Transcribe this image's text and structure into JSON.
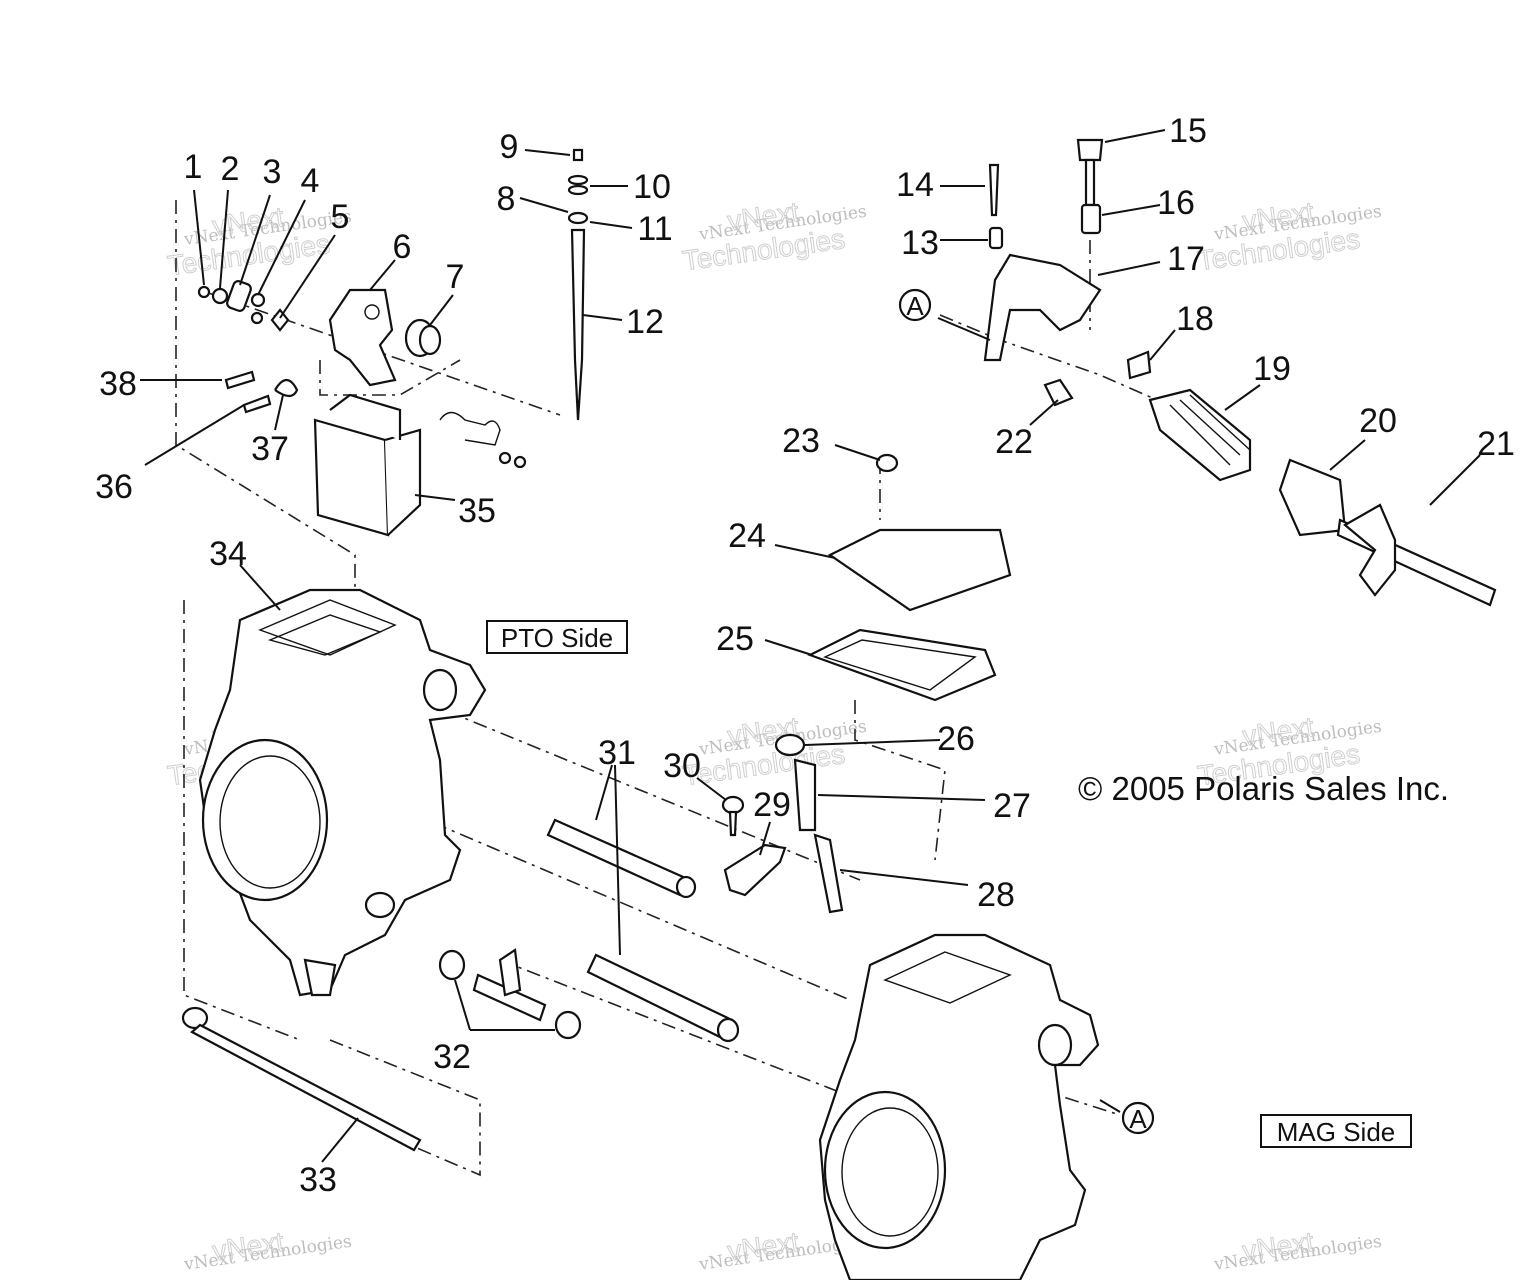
{
  "callouts": [
    "1",
    "2",
    "3",
    "4",
    "5",
    "6",
    "7",
    "8",
    "9",
    "10",
    "11",
    "12",
    "13",
    "14",
    "15",
    "16",
    "17",
    "18",
    "19",
    "20",
    "21",
    "22",
    "23",
    "24",
    "25",
    "26",
    "27",
    "28",
    "29",
    "30",
    "31",
    "32",
    "33",
    "34",
    "35",
    "36",
    "37",
    "38"
  ],
  "labels": {
    "pto_side": "PTO Side",
    "mag_side": "MAG Side",
    "ref_a": "A",
    "copyright": "© 2005 Polaris Sales Inc."
  },
  "watermark": {
    "line1": "vNext Technologies",
    "line2": "vNext",
    "line3": "Technologies"
  }
}
